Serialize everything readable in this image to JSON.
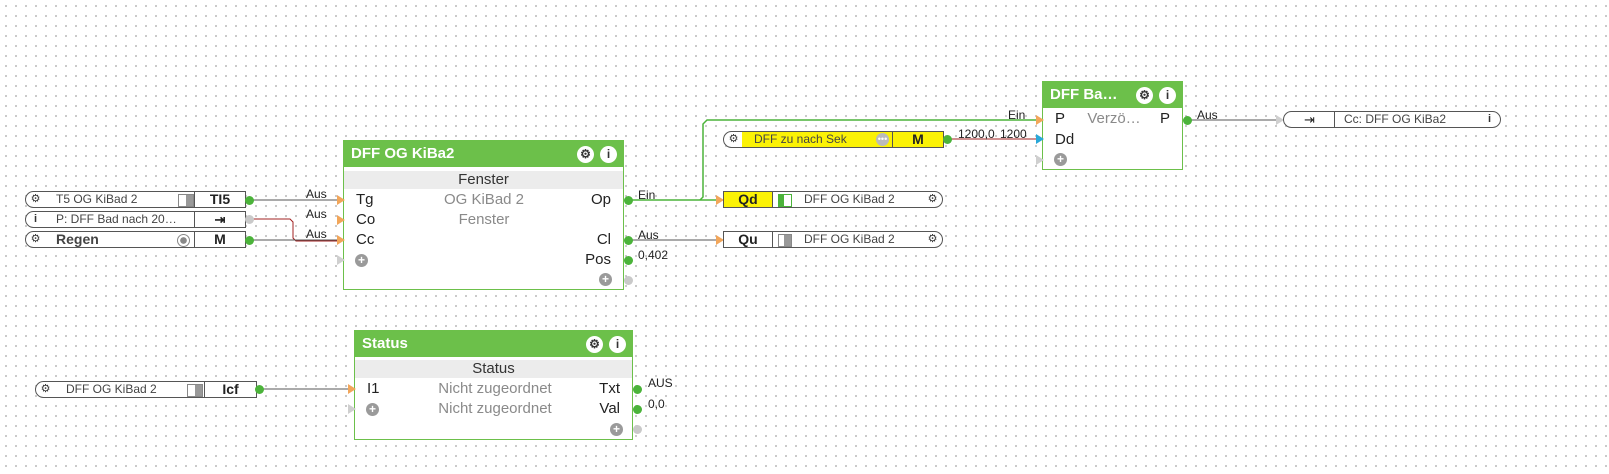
{
  "block_main": {
    "title": "DFF OG KiBa2",
    "category": "Fenster",
    "inputs": [
      "Tg",
      "Co",
      "Cc"
    ],
    "outputs": [
      "Op",
      "Cl",
      "Pos"
    ],
    "middle": [
      "OG KiBad 2",
      "Fenster"
    ]
  },
  "block_status": {
    "title": "Status",
    "category": "Status",
    "inputs": [
      "I1"
    ],
    "outputs": [
      "Txt",
      "Val"
    ],
    "middle": [
      "Nicht zugeordnet",
      "Nicht zugeordnet"
    ]
  },
  "block_delay": {
    "title": "DFF  Ba…",
    "inputs": [
      "P",
      "Dd"
    ],
    "output": "P",
    "middle": "Verzö…"
  },
  "left_inputs": [
    {
      "label": "T5 OG KiBad 2",
      "tag": "TI5"
    },
    {
      "label": "P: DFF Bad nach 20…",
      "tag": ""
    },
    {
      "label": "Regen",
      "tag": "M"
    }
  ],
  "status_input": {
    "label": "DFF OG KiBad 2",
    "tag": "Icf"
  },
  "delay_param": {
    "label": "DFF zu nach Sek",
    "tag": "M"
  },
  "outputs_right": [
    {
      "tag": "Qd",
      "label": "DFF OG KiBad 2"
    },
    {
      "tag": "Qu",
      "label": "DFF OG KiBad 2"
    }
  ],
  "cc_output": {
    "label": "Cc: DFF OG KiBa2"
  },
  "wire_labels": {
    "tg": "Aus",
    "co": "Aus",
    "cc": "Aus",
    "op": "Ein",
    "cl": "Aus",
    "pos": "0,402",
    "p_in": "Ein",
    "dd_a": "1200,0",
    "dd_b": "1200",
    "p_out": "Aus",
    "txt": "AUS",
    "val": "0,0"
  },
  "icons": {
    "gear": "gear-icon",
    "info": "info-icon",
    "plus": "plus-icon",
    "exit": "exit-icon",
    "dots": "dots-icon",
    "record": "record-icon"
  },
  "colors": {
    "block_header": "#6cc04a",
    "wire_green": "#4bb33a",
    "wire_red": "#a02020",
    "highlight": "#fbf206"
  }
}
